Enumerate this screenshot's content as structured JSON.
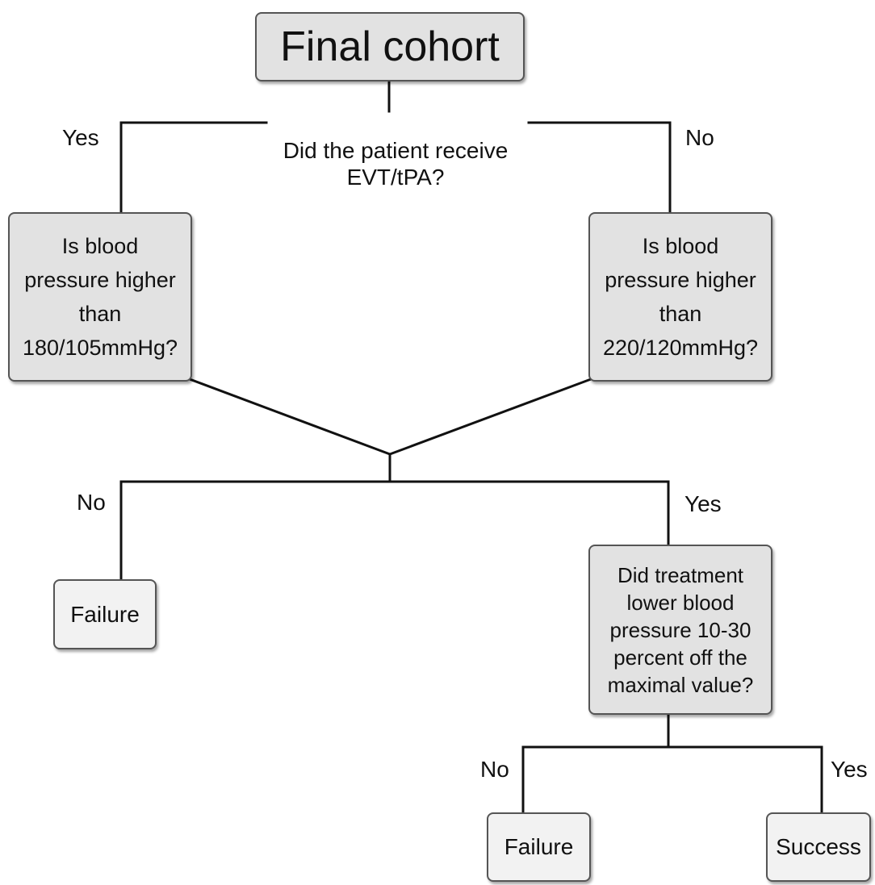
{
  "nodes": {
    "final_cohort": "Final cohort",
    "question_treatment_received": "Did the patient receive\nEVT/tPA?",
    "bp_threshold_treated": "Is blood\npressure higher\nthan\n180/105mmHg?",
    "bp_threshold_untreated": "Is blood\npressure  higher\nthan\n220/120mmHg?",
    "treatment_effect_question": "Did treatment\nlower blood\npressure  10-30\npercent off the\nmaximal value?",
    "outcome_failure_1": "Failure",
    "outcome_failure_2": "Failure",
    "outcome_success": "Success"
  },
  "edge_labels": {
    "received_yes": "Yes",
    "received_no": "No",
    "bp_no": "No",
    "bp_yes": "Yes",
    "lowered_no": "No",
    "lowered_yes": "Yes"
  },
  "colors": {
    "question_fill": "#e2e2e2",
    "outcome_fill": "#f2f2f2",
    "border": "#555555",
    "line": "#111111"
  }
}
